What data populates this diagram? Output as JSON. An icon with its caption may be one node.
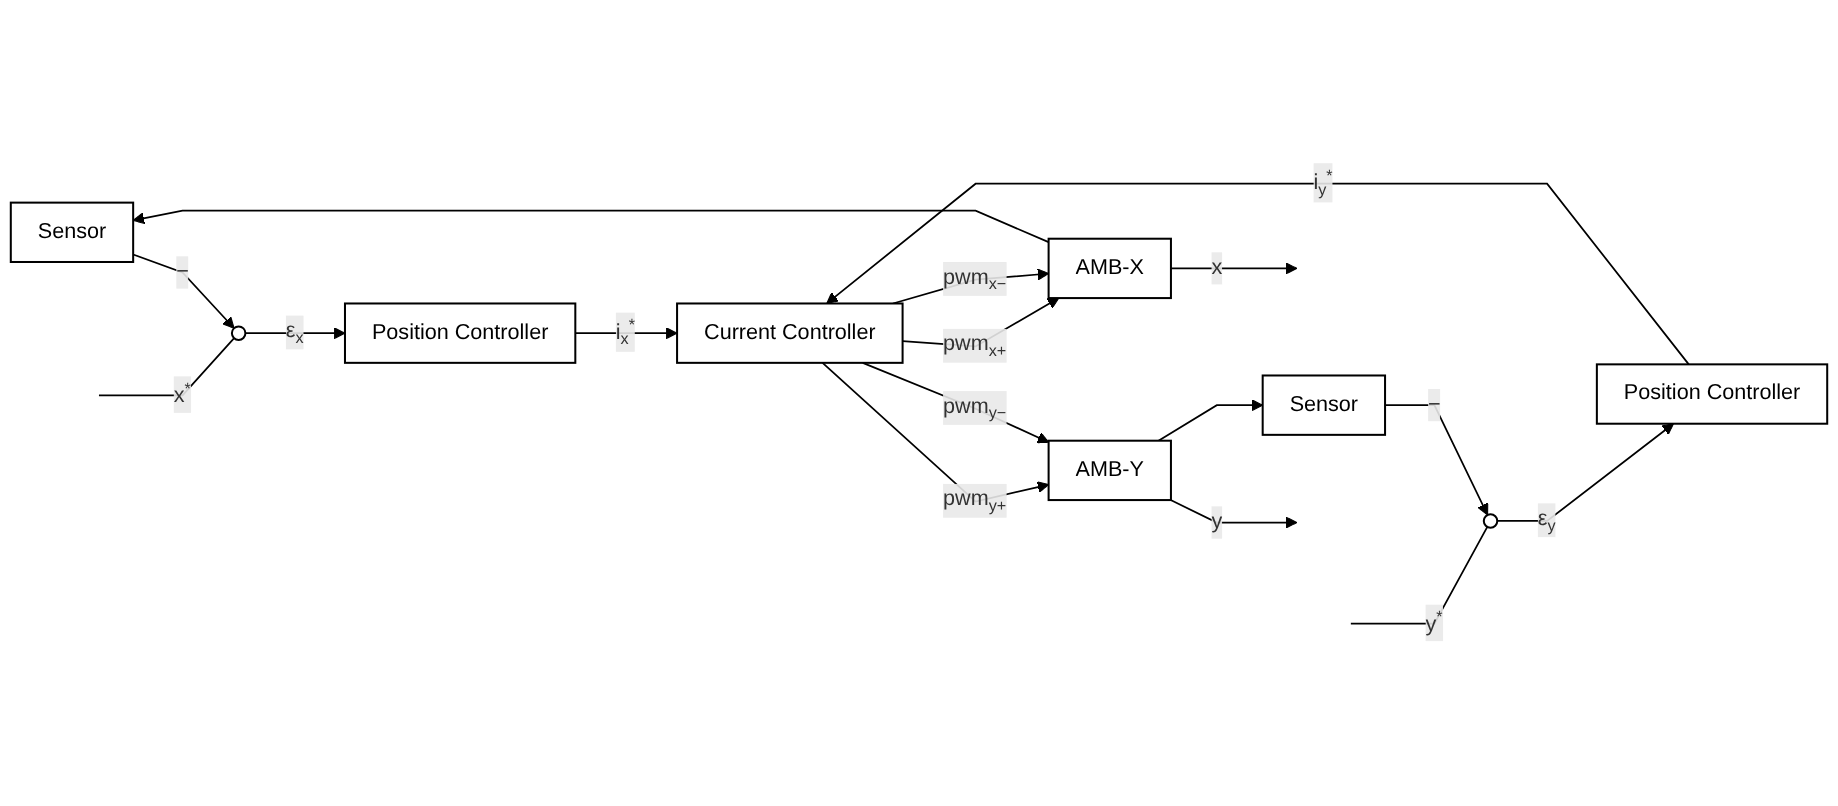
{
  "diagram": {
    "nodes": [
      {
        "text": [
          "Sensor"
        ]
      },
      {
        "text": [],
        "shape": "circle"
      },
      {
        "text": [
          "Position Controller"
        ]
      },
      {
        "text": [
          "Current Controller"
        ]
      },
      {
        "text": [
          "AMB-X"
        ]
      },
      {
        "text": [],
        "shape": "circle"
      },
      {
        "text": [
          "Position Controller"
        ]
      },
      {
        "text": [
          "AMB-Y"
        ]
      },
      {
        "text": [
          "Sensor"
        ]
      }
    ],
    "edges": [
      {
        "from": null,
        "to": 1,
        "arrow": "none",
        "label": "x$^{*}$"
      },
      {
        "from": 1,
        "to": 2,
        "arrow": "to",
        "label": "ε$_{x}$"
      },
      {
        "from": 2,
        "to": 3,
        "arrow": "to",
        "label": "i$_{x}$$^{*}$"
      },
      {
        "from": 3,
        "to": 4,
        "arrow": "to",
        "label": "pwm$_{x+}$"
      },
      {
        "from": 3,
        "to": 4,
        "arrow": "to",
        "label": "pwm$_{x−}$"
      },
      {
        "from": 4,
        "to": null,
        "arrow": "to",
        "label": "x"
      },
      {
        "from": 4,
        "to": 0,
        "arrow": "to"
      },
      {
        "from": 0,
        "to": 1,
        "arrow": "to",
        "label": "−"
      },
      {
        "from": null,
        "to": 5,
        "arrow": "none",
        "label": "y$^{*}$"
      },
      {
        "from": 5,
        "to": 6,
        "arrow": "to",
        "label": "ε$_{y}$"
      },
      {
        "from": 6,
        "to": 3,
        "arrow": "to",
        "label": "i$_{y}$$^{*}$"
      },
      {
        "from": 3,
        "to": 7,
        "arrow": "to",
        "label": "pwm$_{y+}$"
      },
      {
        "from": 3,
        "to": 7,
        "arrow": "to",
        "label": "pwm$_{y−}$"
      },
      {
        "from": 7,
        "to": null,
        "arrow": "to",
        "label": "y"
      },
      {
        "from": 7,
        "to": 8,
        "arrow": "to"
      },
      {
        "from": 8,
        "to": 5,
        "arrow": "to",
        "label": "−"
      }
    ]
  }
}
